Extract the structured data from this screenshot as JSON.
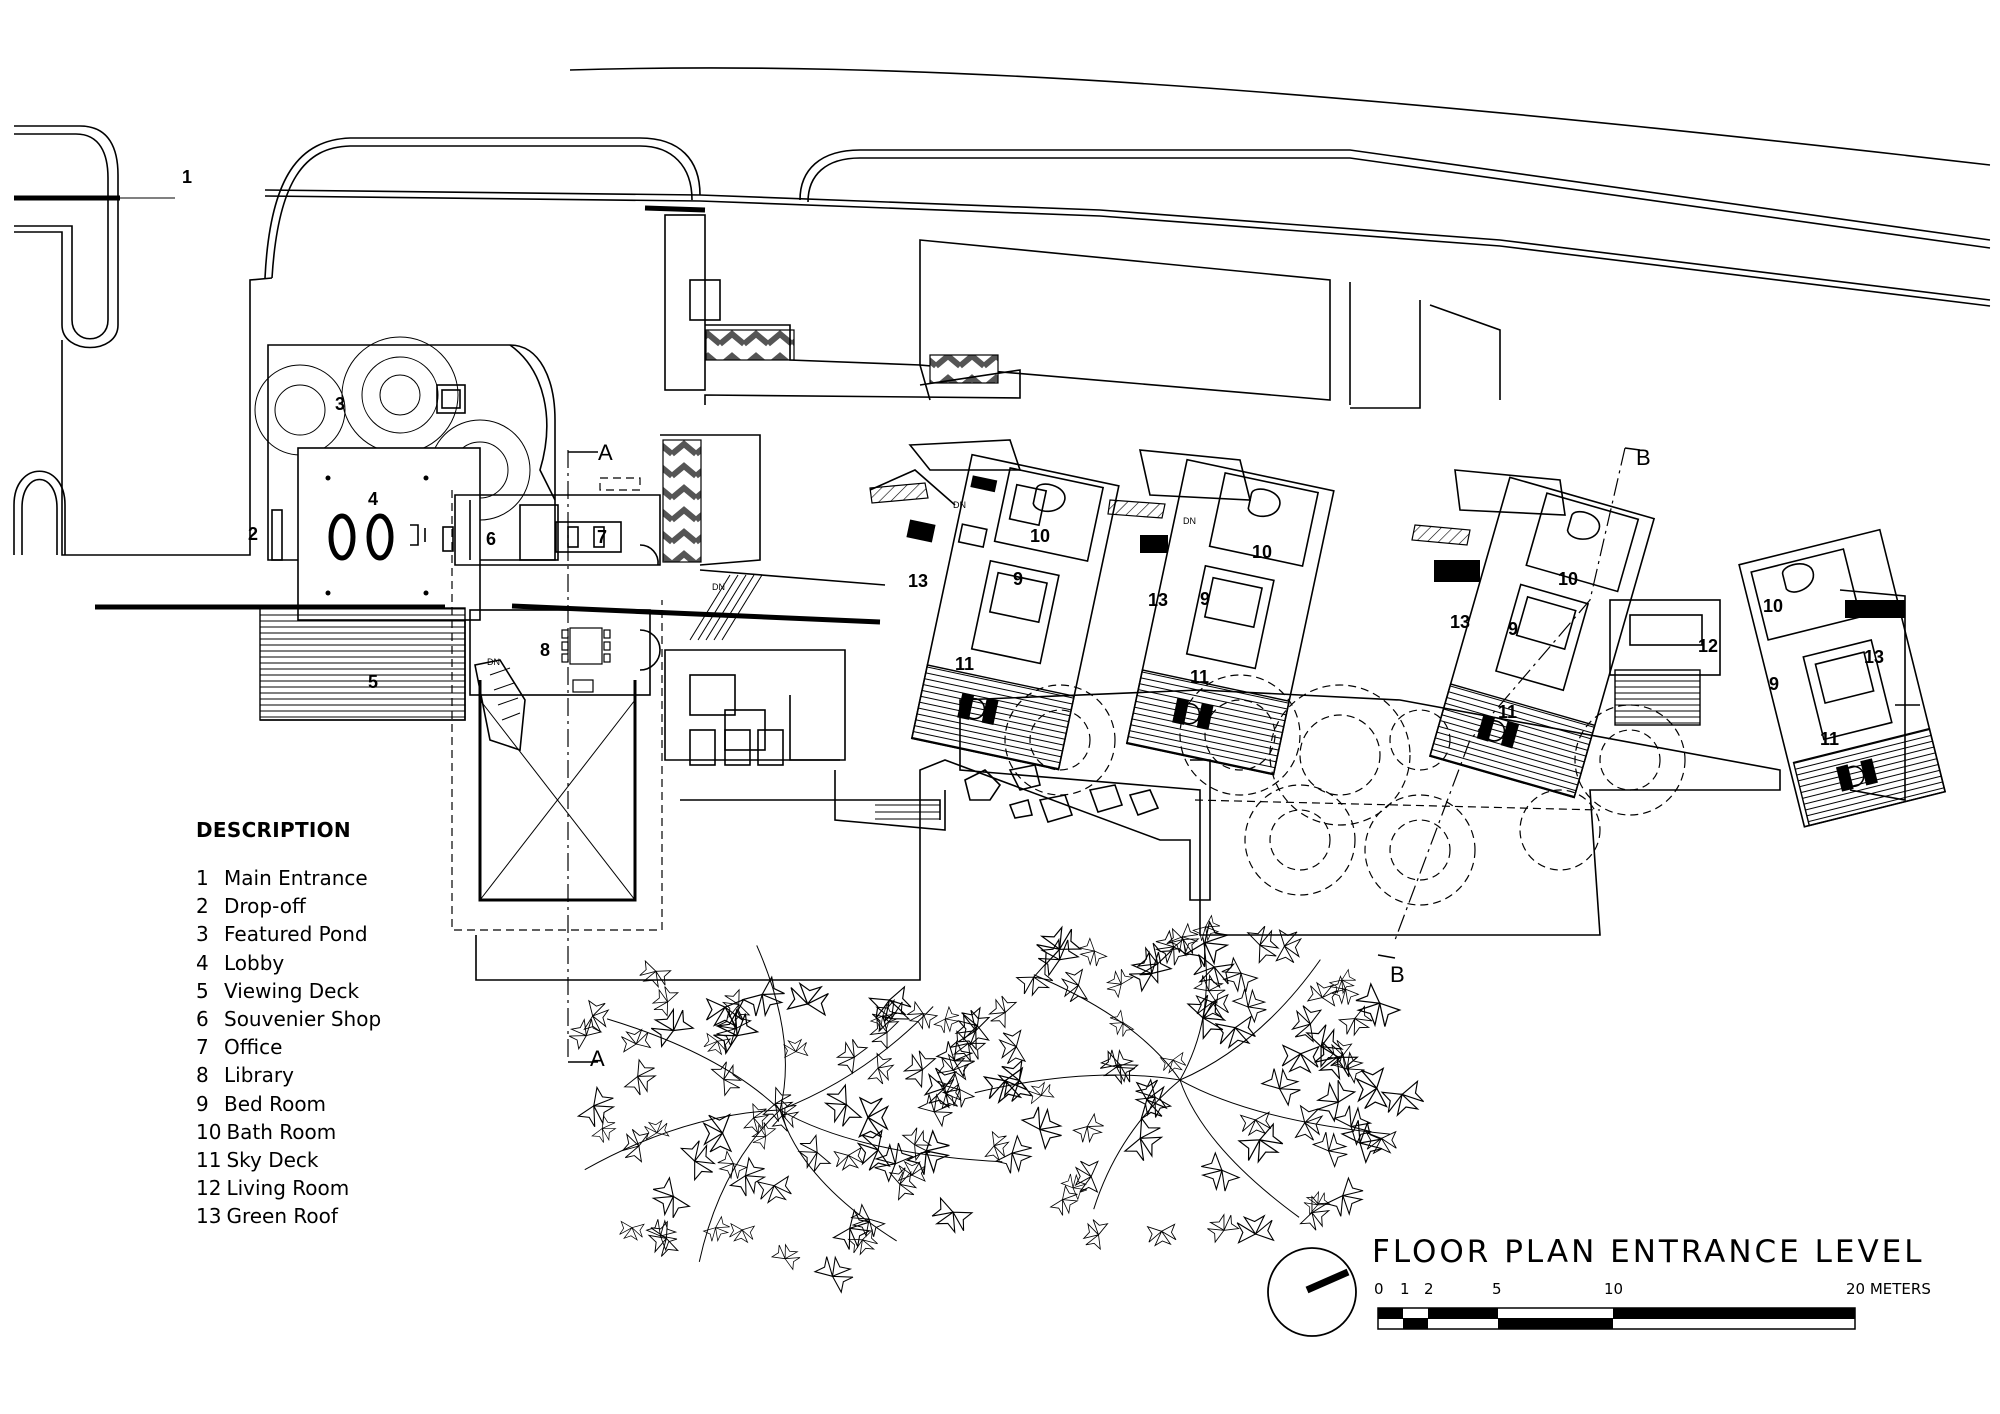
{
  "legend": {
    "title": "DESCRIPTION",
    "items": [
      {
        "num": "1",
        "name": "Main Entrance"
      },
      {
        "num": "2",
        "name": "Drop-off"
      },
      {
        "num": "3",
        "name": "Featured Pond"
      },
      {
        "num": "4",
        "name": "Lobby"
      },
      {
        "num": "5",
        "name": "Viewing Deck"
      },
      {
        "num": "6",
        "name": "Souvenier Shop"
      },
      {
        "num": "7",
        "name": "Office"
      },
      {
        "num": "8",
        "name": "Library"
      },
      {
        "num": "9",
        "name": "Bed Room"
      },
      {
        "num": "10",
        "name": "Bath Room"
      },
      {
        "num": "11",
        "name": "Sky Deck"
      },
      {
        "num": "12",
        "name": "Living Room"
      },
      {
        "num": "13",
        "name": "Green Roof"
      }
    ]
  },
  "plan_title": "FLOOR PLAN ENTRANCE LEVEL",
  "scale_bar": {
    "labels": [
      "0",
      "1",
      "2",
      "5",
      "10",
      "20 METERS"
    ]
  },
  "section_marks": {
    "a": "A",
    "b": "B"
  },
  "stair_label": "DN",
  "plan_numbers": [
    "1",
    "2",
    "3",
    "4",
    "5",
    "6",
    "7",
    "8",
    "9",
    "10",
    "11",
    "12",
    "13"
  ]
}
